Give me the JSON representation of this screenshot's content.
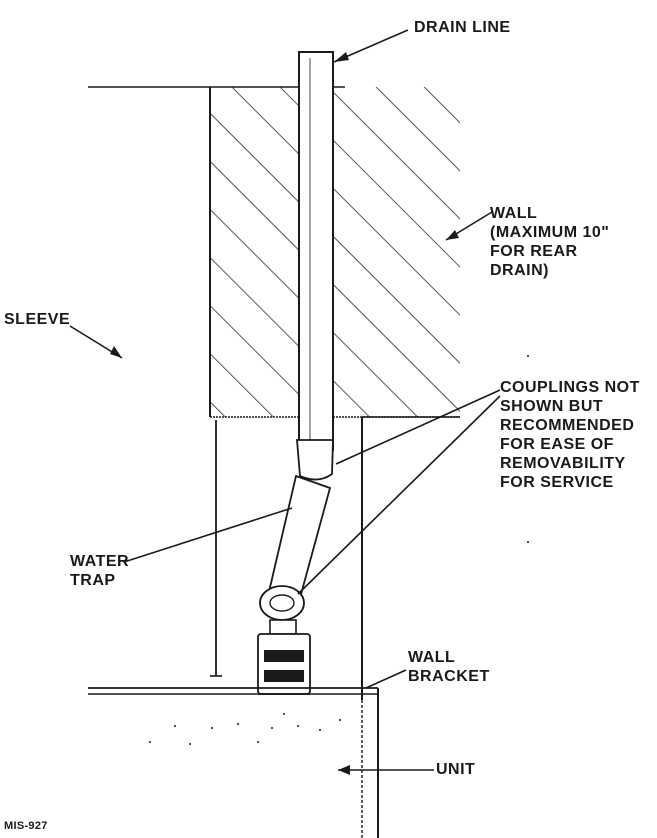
{
  "labels": {
    "drain_line": "DRAIN LINE",
    "wall": [
      "WALL",
      "(MAXIMUM 10\"",
      "FOR REAR",
      "DRAIN)"
    ],
    "sleeve": "SLEEVE",
    "couplings": [
      "COUPLINGS NOT",
      "SHOWN BUT",
      "RECOMMENDED",
      "FOR EASE OF",
      "REMOVABILITY",
      "FOR SERVICE"
    ],
    "water_trap": [
      "WATER",
      "TRAP"
    ],
    "wall_bracket": [
      "WALL",
      "BRACKET"
    ],
    "unit": "UNIT",
    "figure_code": "MIS-927"
  },
  "colors": {
    "ink": "#1a1a1a",
    "hatch": "#2a2a2a",
    "background": "#ffffff"
  }
}
